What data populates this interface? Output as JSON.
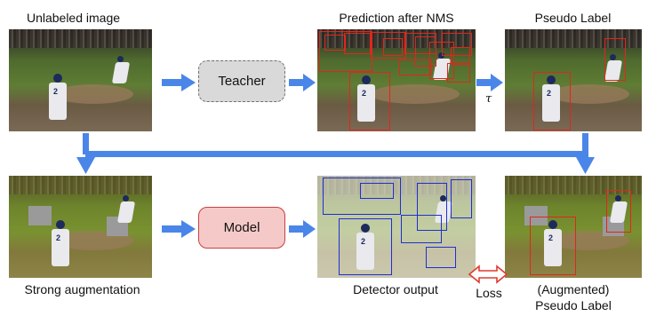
{
  "labels": {
    "unlabeled_image": "Unlabeled image",
    "prediction_after_nms": "Prediction after NMS",
    "pseudo_label": "Pseudo Label",
    "strong_augmentation": "Strong augmentation",
    "detector_output": "Detector output",
    "augmented_line1": "(Augmented)",
    "augmented_line2": "Pseudo Label",
    "loss": "Loss",
    "tau": "τ"
  },
  "nodes": {
    "teacher": "Teacher",
    "model": "Model"
  },
  "player_number": "2",
  "colors": {
    "arrow": "#4a86e8",
    "teacher_fill": "#d9d9d9",
    "model_fill": "#f6c9c9",
    "model_border": "#c94040",
    "pseudo_box": "#e1261c",
    "detector_box": "#1f2fd0",
    "loss_arrow": "#e03c31"
  }
}
